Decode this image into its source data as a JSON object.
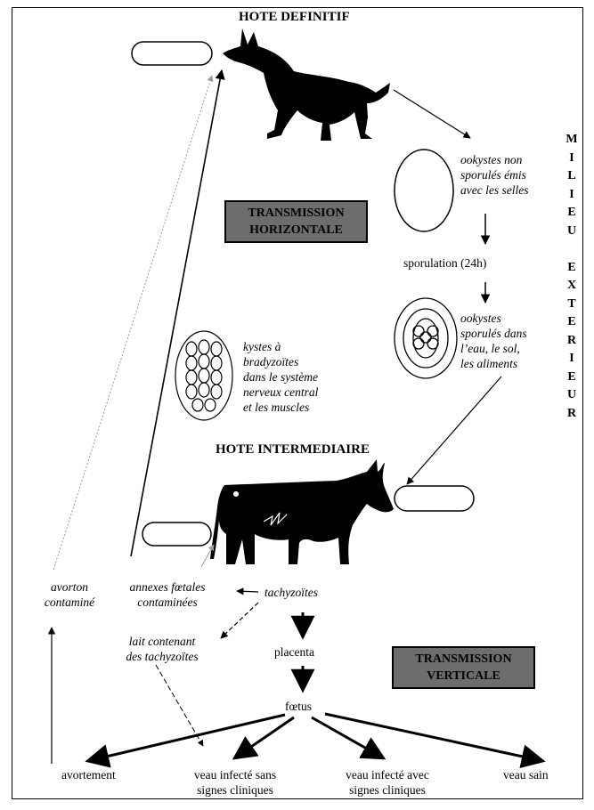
{
  "hosts": {
    "definitive": "HOTE DEFINITIF",
    "intermediate": "HOTE INTERMEDIAIRE"
  },
  "boxes": {
    "horizontal_line1": "TRANSMISSION",
    "horizontal_line2": "HORIZONTALE",
    "vertical_line1": "TRANSMISSION",
    "vertical_line2": "VERTICALE"
  },
  "side_label_letters": [
    "M",
    "I",
    "L",
    "I",
    "E",
    "U",
    "",
    "E",
    "X",
    "T",
    "E",
    "R",
    "I",
    "E",
    "U",
    "R"
  ],
  "labels": {
    "oocysts_unsporulated": [
      "ookystes non",
      "sporulés émis",
      "avec les selles"
    ],
    "sporulation": "sporulation (24h)",
    "oocysts_sporulated": [
      "ookystes",
      "sporulés dans",
      "l’eau, le sol,",
      "les aliments"
    ],
    "cysts": [
      "kystes à",
      "bradyzoïtes",
      "dans le système",
      "nerveux central",
      "et les muscles"
    ],
    "aborted_fetus": [
      "avorton",
      "contaminé"
    ],
    "fetal_annexes": [
      "annexes fœtales",
      "contaminées"
    ],
    "tachyzoites": "tachyzoïtes",
    "milk": [
      "lait contenant",
      "des tachyzoïtes"
    ],
    "placenta": "placenta",
    "fetus": "fœtus"
  },
  "outcomes": {
    "abortion": "avortement",
    "infected_no_signs": [
      "veau infecté sans",
      "signes cliniques"
    ],
    "infected_signs": [
      "veau infecté avec",
      "signes cliniques"
    ],
    "healthy": "veau sain"
  },
  "colors": {
    "box_fill": "#6d6d6d",
    "silhouette": "#000000",
    "line": "#000000"
  }
}
